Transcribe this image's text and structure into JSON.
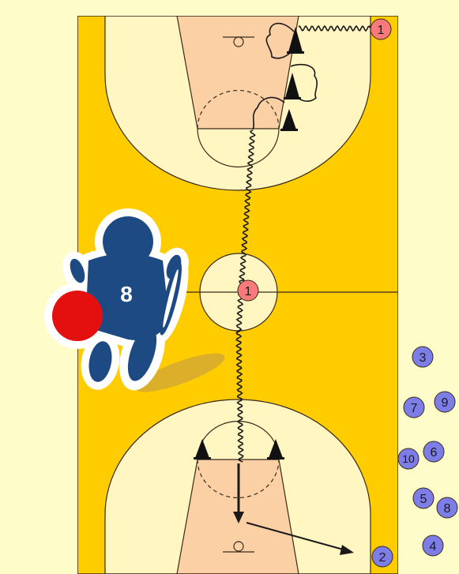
{
  "colors": {
    "background": "#fefcc8",
    "court": "#ffcc00",
    "key": "#fbd0a5",
    "three_point_area": "#fff6c2",
    "line": "#3a2a1a",
    "player_offense": "#f87a7a",
    "player_bench": "#7d7de8",
    "mascot_blue": "#1e4a84",
    "mascot_ball": "#e41010",
    "cone": "#111111"
  },
  "players": {
    "p1_top": "1",
    "p1_center": "1",
    "p2": "2",
    "p3": "3",
    "p4": "4",
    "p5": "5",
    "p6": "6",
    "p7": "7",
    "p8": "8",
    "p9": "9",
    "p10": "10"
  },
  "mascot": {
    "jersey_number": "8"
  },
  "icons": {
    "cone": "cone-icon",
    "mascot": "basketball-player-logo"
  }
}
